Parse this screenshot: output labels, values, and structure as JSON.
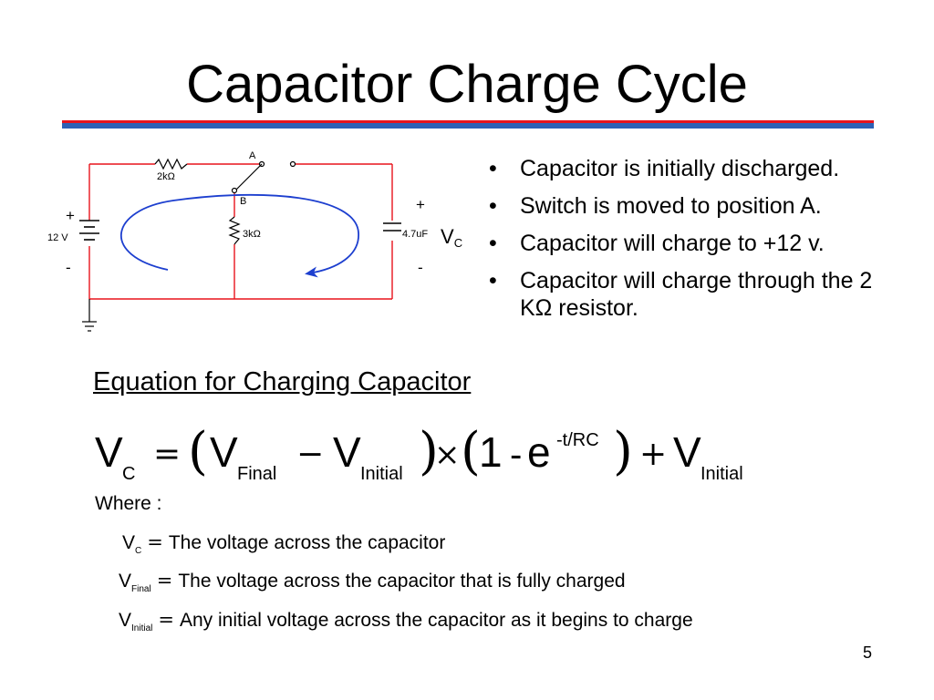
{
  "title": "Capacitor Charge Cycle",
  "colors": {
    "accent_red": "#e8141c",
    "accent_blue": "#2e61b5",
    "wire": "#e8141c",
    "arrow": "#1d3fcf"
  },
  "circuit": {
    "resistor_top_label": "2kΩ",
    "resistor_mid_label": "3kΩ",
    "capacitor_label": "4.7uF",
    "battery_label": "12 V",
    "switch_pos_a": "A",
    "switch_pos_b": "B",
    "battery_plus": "+",
    "battery_minus": "-",
    "cap_plus": "+",
    "cap_minus": "-",
    "vc_main": "V",
    "vc_sub": "C",
    "icons": [
      "resistor-icon",
      "capacitor-icon",
      "battery-icon",
      "switch-icon",
      "ground-icon",
      "current-arrow-icon"
    ]
  },
  "bullets": [
    "Capacitor is initially discharged.",
    "Switch is moved to position A.",
    "Capacitor will charge to +12 v.",
    "Capacitor will charge through the 2 KΩ resistor."
  ],
  "bullet_symbol": "•",
  "equation_heading": "Equation for Charging Capacitor",
  "equation": {
    "v": "V",
    "sub_c": "C",
    "equals": "=",
    "lparen": "(",
    "rparen": ")",
    "sub_final": "Final",
    "minus": "−",
    "sub_initial": "Initial",
    "times": "×",
    "one": "1",
    "dash": "-",
    "e": "e",
    "exponent": "-t/RC",
    "plus": "+"
  },
  "where_label": "Where :",
  "definitions": [
    {
      "var": "V",
      "sub": "C",
      "eq": "=",
      "text": "The voltage across the capacitor"
    },
    {
      "var": "V",
      "sub": "Final",
      "eq": "=",
      "text": "The voltage across the capacitor that is fully charged"
    },
    {
      "var": "V",
      "sub": "Initial",
      "eq": "=",
      "text": "Any initial voltage across the capacitor as it begins to charge"
    }
  ],
  "page_number": "5"
}
